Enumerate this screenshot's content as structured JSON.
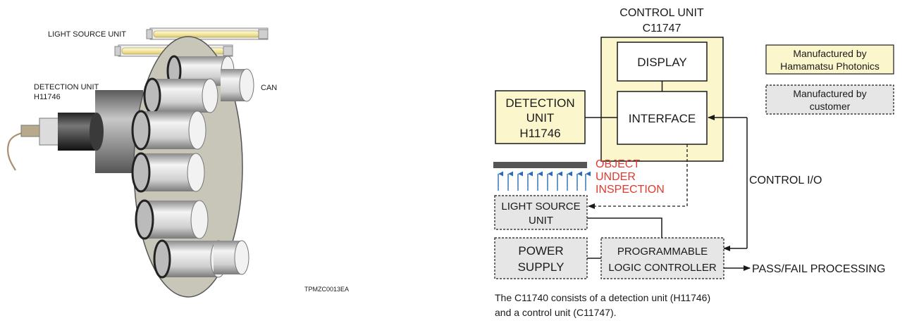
{
  "illustration": {
    "light_source_label": "LIGHT SOURCE UNIT",
    "detection_label_1": "DETECTION UNIT",
    "detection_label_2": "H11746",
    "can_label": "CAN",
    "figure_code": "TPMZC0013EA"
  },
  "block_diagram": {
    "control_unit_title_1": "CONTROL UNIT",
    "control_unit_title_2": "C11747",
    "display": "DISPLAY",
    "interface": "INTERFACE",
    "detection_unit_1": "DETECTION",
    "detection_unit_2": "UNIT",
    "detection_unit_3": "H11746",
    "object_1": "OBJECT",
    "object_2": "UNDER",
    "object_3": "INSPECTION",
    "light_source_1": "LIGHT SOURCE",
    "light_source_2": "UNIT",
    "power_supply_1": "POWER",
    "power_supply_2": "SUPPLY",
    "plc_1": "PROGRAMMABLE",
    "plc_2": "LOGIC CONTROLLER",
    "control_io": "CONTROL I/O",
    "pass_fail": "PASS/FAIL PROCESSING",
    "caption_1": "The C11740 consists of a detection unit (H11746)",
    "caption_2": "and a control unit (C11747)."
  },
  "legend": {
    "hamamatsu_1": "Manufactured by",
    "hamamatsu_2": "Hamamatsu Photonics",
    "customer_1": "Manufactured by",
    "customer_2": "customer"
  },
  "colors": {
    "hamamatsu_fill": "#fcf6cc",
    "customer_fill": "#e6e6e6",
    "object_text": "#e03a2f",
    "light_arrows": "#2a6cb5"
  }
}
